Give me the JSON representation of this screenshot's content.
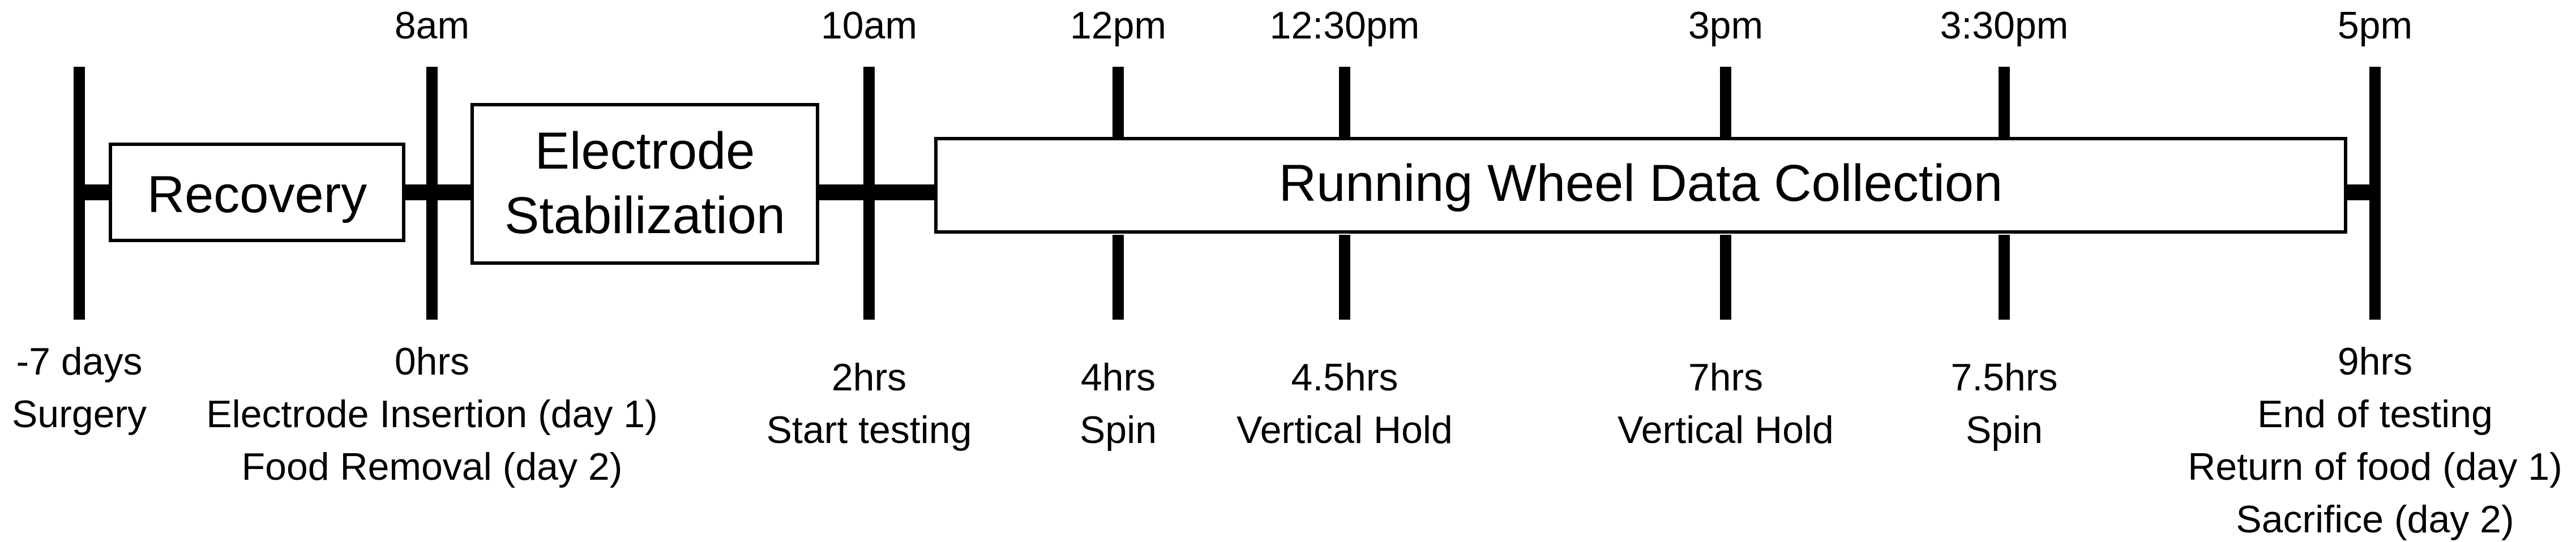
{
  "timeline": {
    "ticks": [
      {
        "id": "minus7days",
        "time_label": "",
        "lines": [
          "-7 days",
          "Surgery"
        ]
      },
      {
        "id": "0hrs",
        "time_label": "8am",
        "lines": [
          "0hrs",
          "Electrode Insertion (day 1)",
          "Food Removal (day 2)"
        ]
      },
      {
        "id": "2hrs",
        "time_label": "10am",
        "lines": [
          "2hrs",
          "Start testing"
        ]
      },
      {
        "id": "4hrs",
        "time_label": "12pm",
        "lines": [
          "4hrs",
          "Spin"
        ]
      },
      {
        "id": "4-5hrs",
        "time_label": "12:30pm",
        "lines": [
          "4.5hrs",
          "Vertical Hold"
        ]
      },
      {
        "id": "7hrs",
        "time_label": "3pm",
        "lines": [
          "7hrs",
          "Vertical Hold"
        ]
      },
      {
        "id": "7-5hrs",
        "time_label": "3:30pm",
        "lines": [
          "7.5hrs",
          "Spin"
        ]
      },
      {
        "id": "9hrs",
        "time_label": "5pm",
        "lines": [
          "9hrs",
          "End of testing",
          "Return of food (day 1)",
          "Sacrifice (day 2)"
        ]
      }
    ],
    "phases": [
      {
        "id": "recovery",
        "lines": [
          "Recovery"
        ]
      },
      {
        "id": "electrode-stabilization",
        "lines": [
          "Electrode",
          "Stabilization"
        ]
      },
      {
        "id": "running-wheel",
        "lines": [
          "Running Wheel Data Collection"
        ]
      }
    ],
    "colors": {
      "line": "#000000",
      "box_fill": "#ffffff",
      "background": "#ffffff"
    }
  }
}
